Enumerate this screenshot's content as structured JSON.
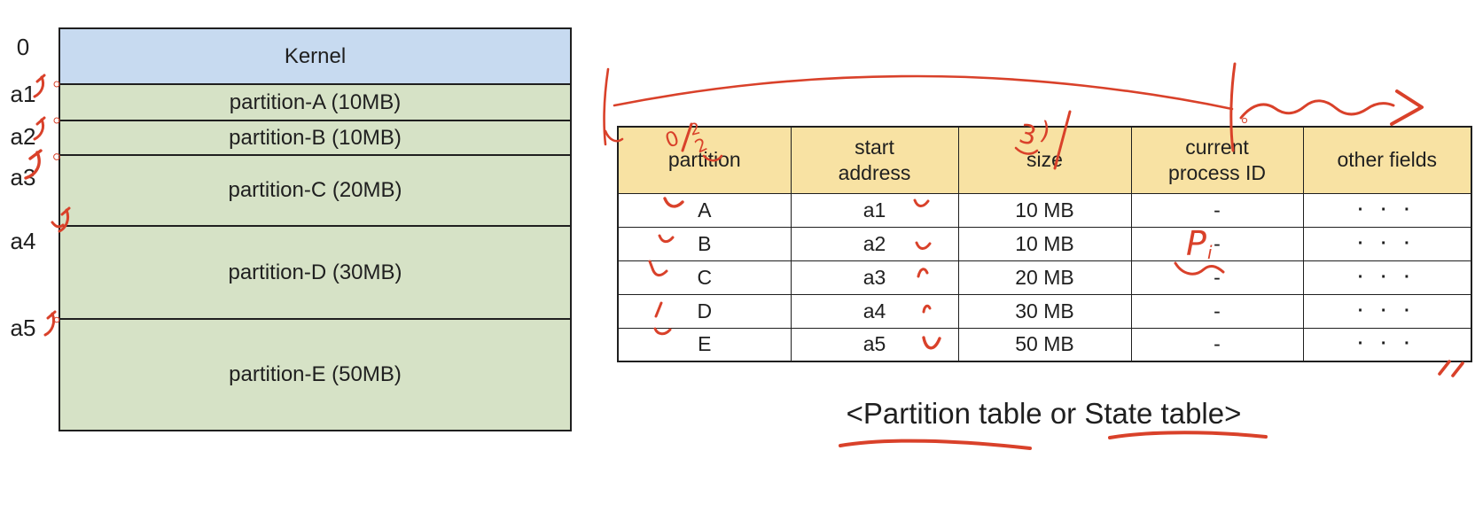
{
  "colors": {
    "kernel_fill": "#c7daf0",
    "partition_fill": "#d6e2c6",
    "header_fill": "#f8e2a3",
    "annotation_red": "#d9412a",
    "border": "#1f1f1f"
  },
  "memory_diagram": {
    "address_labels": [
      "0",
      "a1",
      "a2",
      "a3",
      "a4",
      "a5"
    ],
    "blocks": [
      {
        "label": "Kernel",
        "kind": "kernel"
      },
      {
        "label": "partition-A (10MB)",
        "kind": "partition"
      },
      {
        "label": "partition-B (10MB)",
        "kind": "partition"
      },
      {
        "label": "partition-C (20MB)",
        "kind": "partition"
      },
      {
        "label": "partition-D (30MB)",
        "kind": "partition"
      },
      {
        "label": "partition-E (50MB)",
        "kind": "partition"
      }
    ]
  },
  "partition_table": {
    "headers": [
      [
        "partition",
        ""
      ],
      [
        "start",
        "address"
      ],
      [
        "size",
        ""
      ],
      [
        "current",
        "process ID"
      ],
      [
        "other fields",
        ""
      ]
    ],
    "rows": [
      [
        "A",
        "a1",
        "10 MB",
        "-",
        "· · ·"
      ],
      [
        "B",
        "a2",
        "10 MB",
        "-",
        "· · ·"
      ],
      [
        "C",
        "a3",
        "20 MB",
        "-",
        "· · ·"
      ],
      [
        "D",
        "a4",
        "30 MB",
        "-",
        "· · ·"
      ],
      [
        "E",
        "a5",
        "50 MB",
        "-",
        "· · ·"
      ]
    ]
  },
  "caption": "<Partition table or State table>",
  "annotations": {
    "partition_header_scribble": {
      "g1": "0",
      "g2": "2",
      "g3": "2"
    },
    "size_header_scribble": {
      "g1": "3",
      "g2": ")"
    },
    "process_note": {
      "main": "P",
      "sub": "i"
    }
  }
}
